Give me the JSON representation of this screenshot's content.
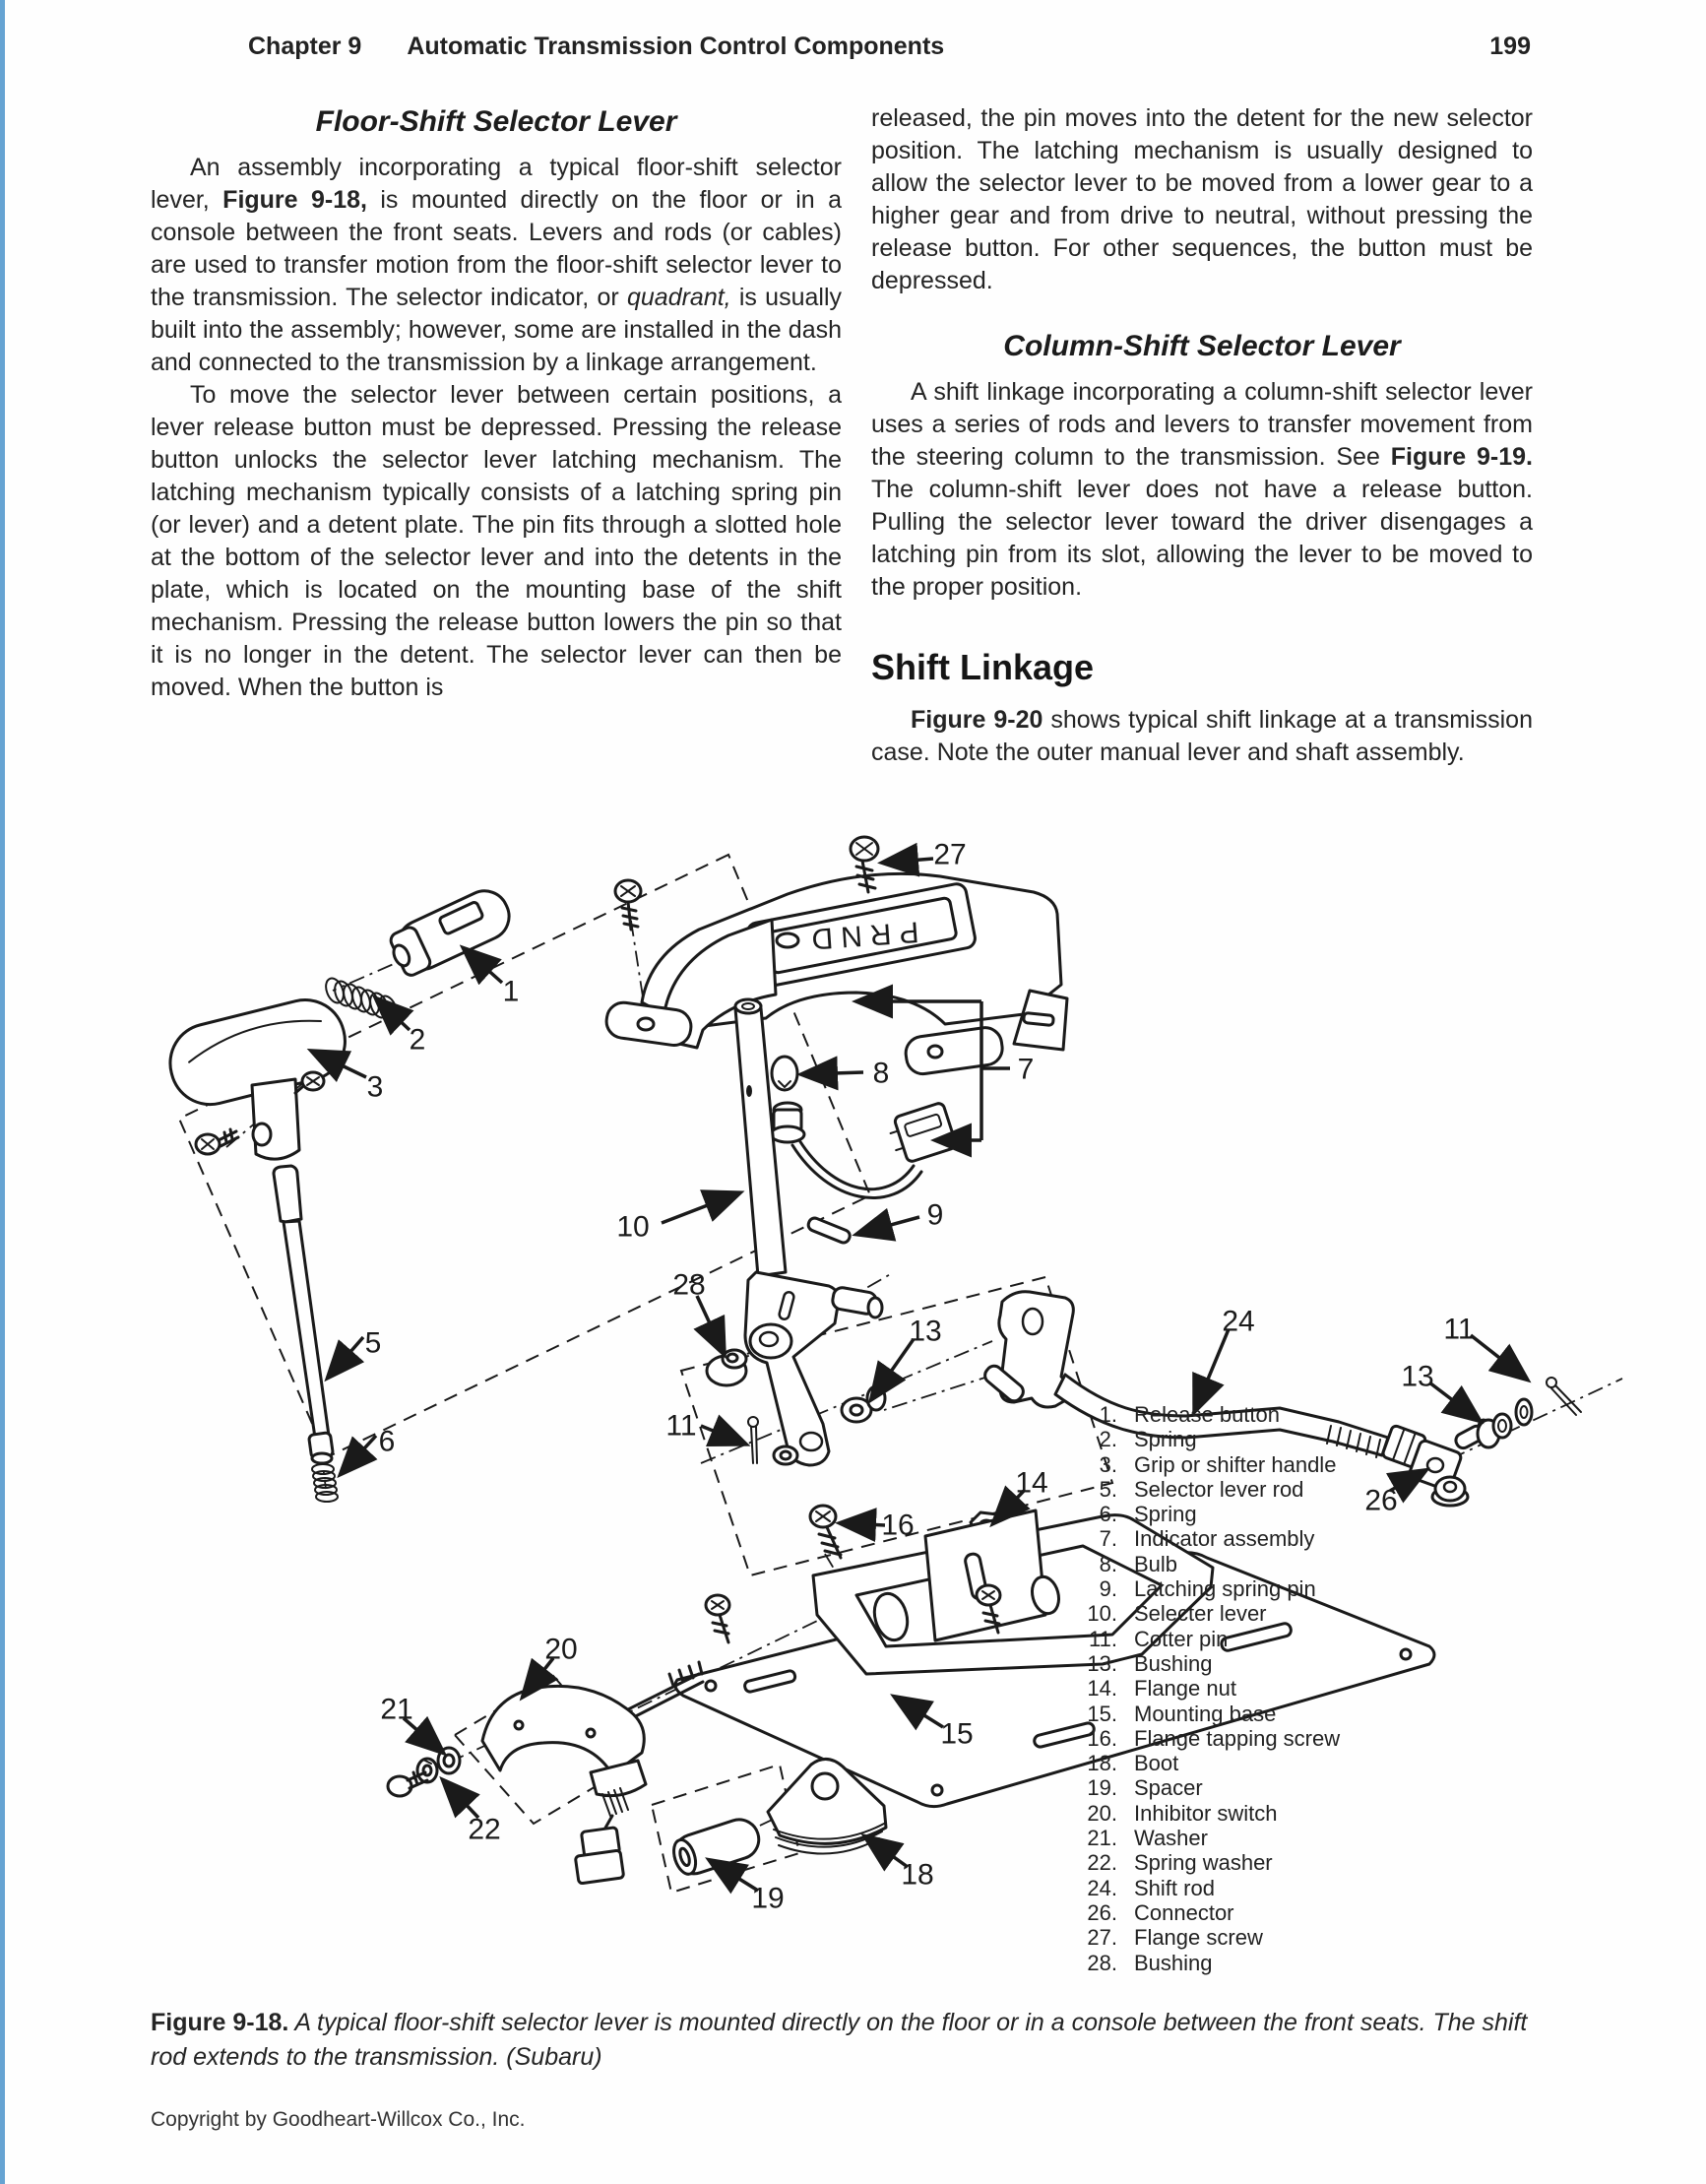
{
  "header": {
    "chapter_label": "Chapter  9",
    "title": "Automatic Transmission Control Components",
    "page_number": "199"
  },
  "left_column": {
    "heading": "Floor-Shift Selector Lever",
    "para1": [
      {
        "t": "An assembly incorporating a typical floor-shift selector lever, "
      },
      {
        "t": "Figure 9-18,",
        "b": true
      },
      {
        "t": " is mounted directly on the floor or in a console between the front seats. Levers and rods (or cables) are used to transfer motion from the floor-shift selector lever to the transmission. The selector indicator, or "
      },
      {
        "t": "quadrant,",
        "i": true
      },
      {
        "t": " is usually built into the assembly; however, some are installed in the dash and connected to the transmission by a linkage arrangement."
      }
    ],
    "para2": [
      {
        "t": "To move the selector lever between certain positions, a lever release button must be depressed. Pressing the release button unlocks the selector lever latching mechanism. The latching mechanism typically consists of a latching spring pin (or lever) and a detent plate. The pin fits through a slotted hole at the bottom of the selector lever and into the detents in the plate, which is located on the mounting base of the shift mechanism. Pressing the release button lowers the pin so that it is no longer in the detent. The selector lever can then be moved. When the button is"
      }
    ]
  },
  "right_column": {
    "para0": [
      {
        "t": "released, the pin moves into the detent for the new selector position. The latching mechanism is usually designed to allow the selector lever to be moved from a lower gear to a higher gear and from drive to neutral, without pressing the release button. For other sequences, the button must be depressed."
      }
    ],
    "heading": "Column-Shift Selector Lever",
    "para1": [
      {
        "t": "A shift linkage incorporating a column-shift selector lever uses a series of rods and levers to transfer movement from the steering column to the transmission. See "
      },
      {
        "t": "Figure 9-19.",
        "b": true
      },
      {
        "t": " The column-shift lever does not have a release button. Pulling the selector lever toward the driver disengages a latching pin from its slot, allowing the lever to be moved to the proper position."
      }
    ],
    "heading2": "Shift Linkage",
    "para2": [
      {
        "t": "Figure 9-20",
        "b": true
      },
      {
        "t": " shows typical shift linkage at a transmission case. Note the outer manual lever and shaft assembly."
      }
    ]
  },
  "figure": {
    "quadrant_letters": "PRND",
    "colors": {
      "lever_orange": "#d78f2c",
      "rod_green": "#8fcfa2",
      "ink": "#1a1a1a"
    },
    "callouts": [
      {
        "text": "27"
      },
      {
        "text": "1"
      },
      {
        "text": "2"
      },
      {
        "text": "3"
      },
      {
        "text": "8"
      },
      {
        "text": "7"
      },
      {
        "text": "10"
      },
      {
        "text": "9"
      },
      {
        "text": "28"
      },
      {
        "text": "5"
      },
      {
        "text": "6"
      },
      {
        "text": "13"
      },
      {
        "text": "24"
      },
      {
        "text": "11"
      },
      {
        "text": "11"
      },
      {
        "text": "13"
      },
      {
        "text": "14"
      },
      {
        "text": "16"
      },
      {
        "text": "26"
      },
      {
        "text": "20"
      },
      {
        "text": "21"
      },
      {
        "text": "15"
      },
      {
        "text": "22"
      },
      {
        "text": "18"
      },
      {
        "text": "19"
      }
    ],
    "legend": [
      {
        "num": "1.",
        "label": "Release button"
      },
      {
        "num": "2.",
        "label": "Spring"
      },
      {
        "num": "3.",
        "label": "Grip or shifter handle"
      },
      {
        "num": "5.",
        "label": "Selector lever rod"
      },
      {
        "num": "6.",
        "label": "Spring"
      },
      {
        "num": "7.",
        "label": "Indicator assembly"
      },
      {
        "num": "8.",
        "label": "Bulb"
      },
      {
        "num": "9.",
        "label": "Latching spring pin"
      },
      {
        "num": "10.",
        "label": "Selecter lever"
      },
      {
        "num": "11.",
        "label": "Cotter pin"
      },
      {
        "num": "13.",
        "label": "Bushing"
      },
      {
        "num": "14.",
        "label": "Flange nut"
      },
      {
        "num": "15.",
        "label": "Mounting base"
      },
      {
        "num": "16.",
        "label": "Flange tapping screw"
      },
      {
        "num": "18.",
        "label": "Boot"
      },
      {
        "num": "19.",
        "label": "Spacer"
      },
      {
        "num": "20.",
        "label": "Inhibitor switch"
      },
      {
        "num": "21.",
        "label": "Washer"
      },
      {
        "num": "22.",
        "label": "Spring washer"
      },
      {
        "num": "24.",
        "label": "Shift rod"
      },
      {
        "num": "26.",
        "label": "Connector"
      },
      {
        "num": "27.",
        "label": "Flange screw"
      },
      {
        "num": "28.",
        "label": "Bushing"
      }
    ]
  },
  "caption": [
    {
      "t": "Figure 9-18.",
      "b": true
    },
    {
      "t": " A typical floor-shift selector lever is mounted directly on the floor or in a console between the front seats. The shift rod extends to the transmission. (Subaru)",
      "i": true
    }
  ],
  "footer": {
    "copyright": "Copyright by Goodheart-Willcox Co., Inc."
  }
}
